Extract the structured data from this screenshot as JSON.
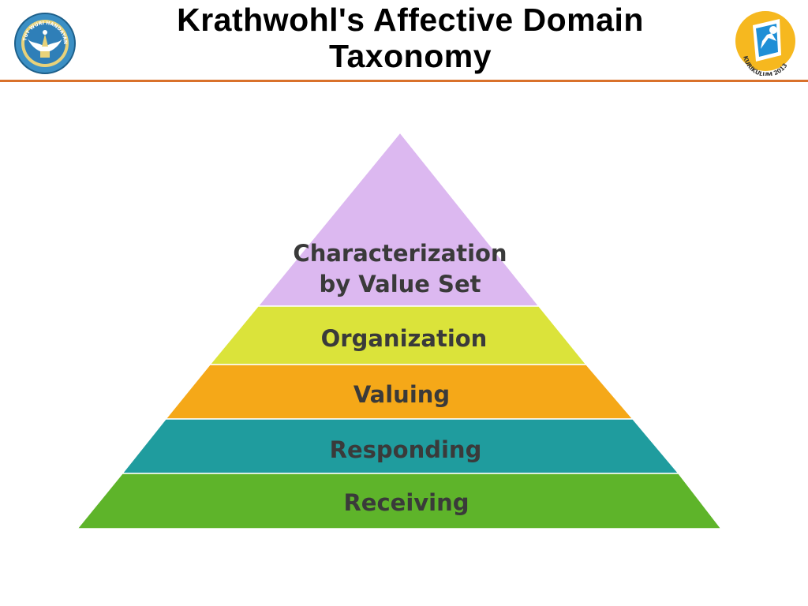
{
  "slide": {
    "title_line1": "Krathwohl's Affective Domain",
    "title_line2": "Taxonomy",
    "rule_color": "#d9712b"
  },
  "logos": {
    "left": {
      "icon": "tut-wuri-handayani-emblem-icon",
      "text": "TUT WURI HANDAYANI"
    },
    "right": {
      "icon": "kurikulum-2013-logo-icon",
      "text": "KURIKULUM 2013"
    }
  },
  "pyramid": {
    "levels": [
      {
        "lines": [
          "Characterization",
          "by Value Set"
        ],
        "color": "#dcb8f0"
      },
      {
        "lines": [
          "Organization"
        ],
        "color": "#dbe33a"
      },
      {
        "lines": [
          "Valuing"
        ],
        "color": "#f5a818"
      },
      {
        "lines": [
          "Responding"
        ],
        "color": "#1f9c9e"
      },
      {
        "lines": [
          "Receiving"
        ],
        "color": "#5eb42a"
      }
    ]
  }
}
